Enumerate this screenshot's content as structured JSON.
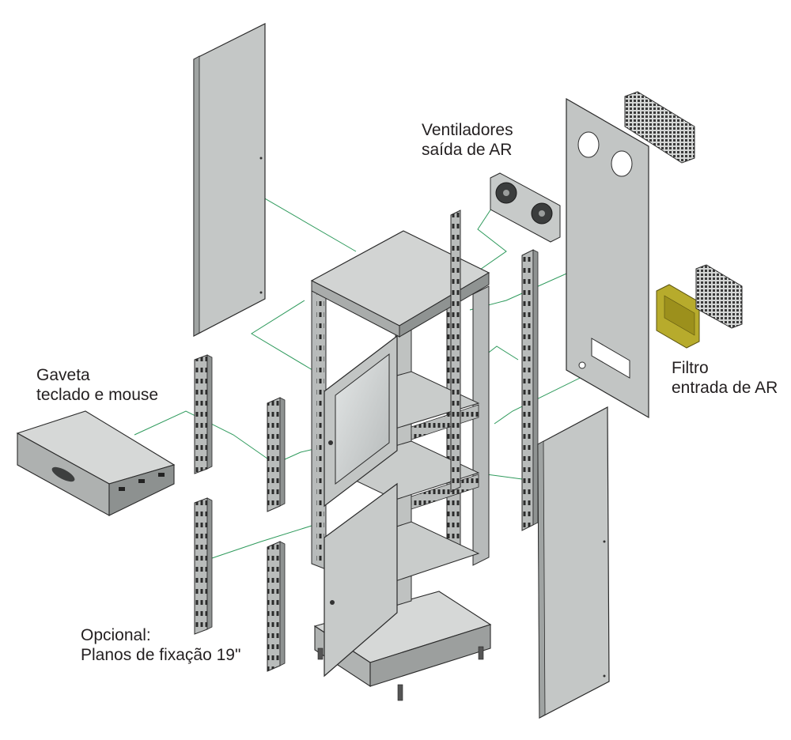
{
  "colors": {
    "leader_line": "#2e9a5c",
    "panel_fill": "#c4c7c6",
    "panel_edge": "#2a2a2a",
    "filter_fill": "#b7ab2c",
    "text": "#231f20"
  },
  "labels": {
    "ventiladores": {
      "line1": "Ventiladores",
      "line2": "saída de AR"
    },
    "gaveta": {
      "line1": "Gaveta",
      "line2": "teclado e mouse"
    },
    "filtro": {
      "line1": "Filtro",
      "line2": "entrada de AR"
    },
    "opcional": {
      "line1": "Opcional:",
      "line2": "Planos de fixação 19\""
    }
  }
}
